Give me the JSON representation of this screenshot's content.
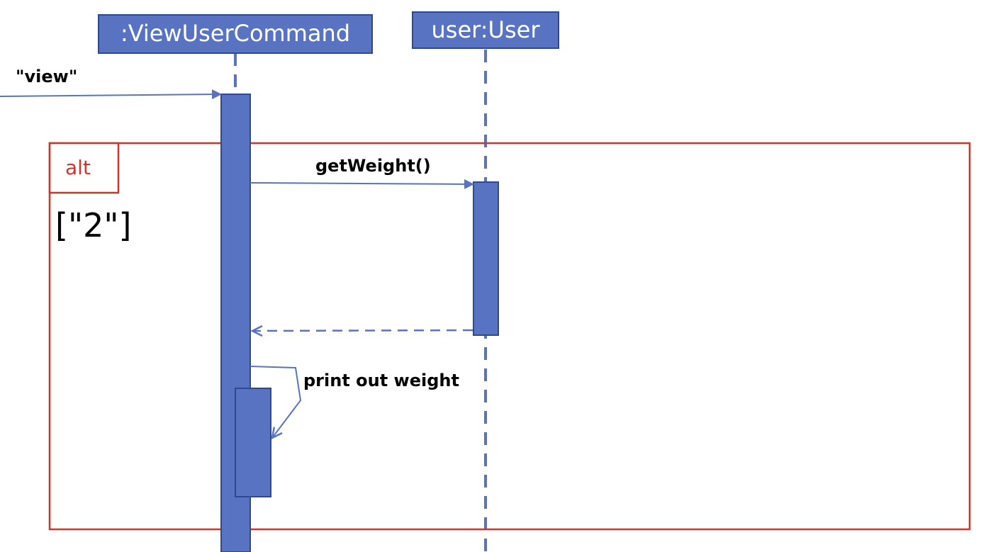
{
  "colors": {
    "participant_fill": "#5873c1",
    "participant_stroke": "#2e4a8f",
    "frame_stroke": "#d0342c",
    "operator_text": "#d0342c",
    "message_text": "#000000"
  },
  "participants": [
    {
      "id": "view_user_command",
      "label": ":ViewUserCommand"
    },
    {
      "id": "user",
      "label": "user:User"
    }
  ],
  "messages": {
    "incoming": {
      "label": "\"view\"",
      "kind": "sync"
    },
    "get_weight": {
      "label": "getWeight()",
      "kind": "sync"
    },
    "return": {
      "label": "",
      "kind": "return"
    },
    "self_print": {
      "label": "print out weight",
      "kind": "self"
    }
  },
  "fragment": {
    "operator": "alt",
    "guard": "[\"2\"]"
  }
}
